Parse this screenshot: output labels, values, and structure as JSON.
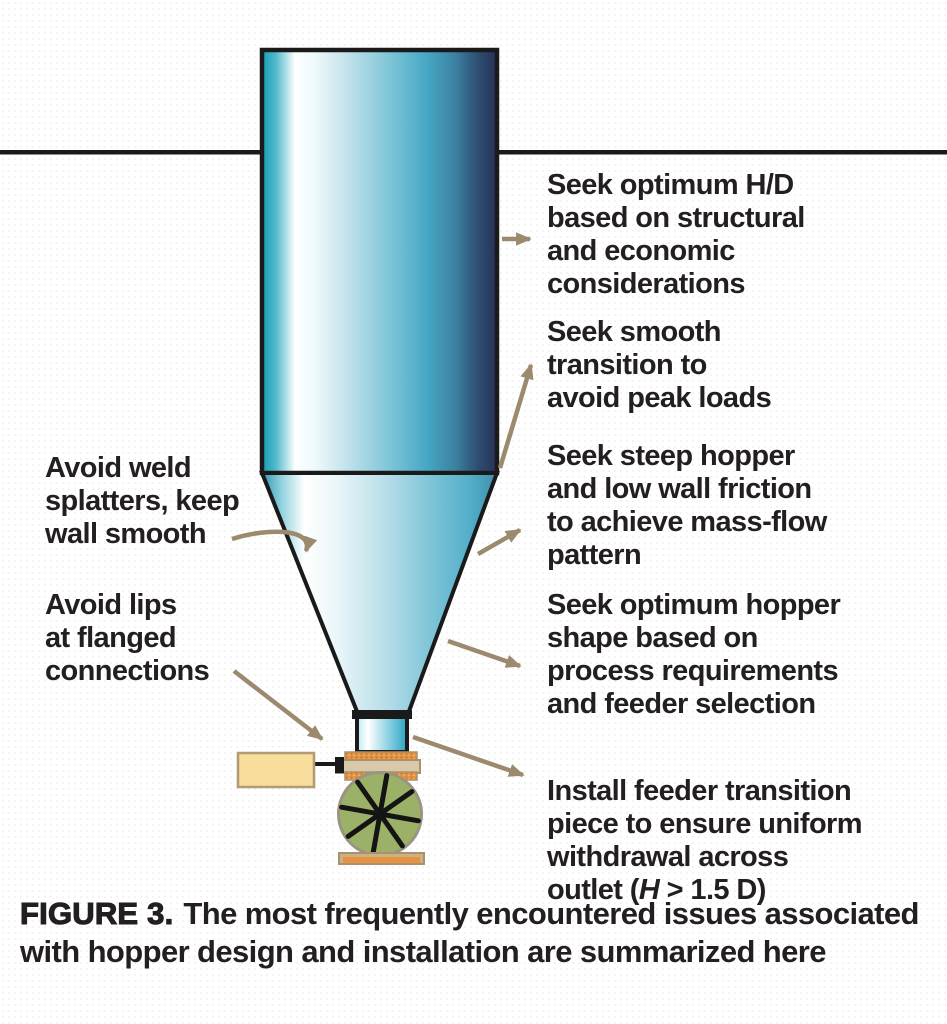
{
  "annotations": {
    "right": [
      {
        "id": "optimum-hd",
        "text": "Seek optimum H/D\nbased on structural\nand economic\nconsiderations"
      },
      {
        "id": "smooth-transition",
        "text": "Seek smooth\ntransition to\navoid peak loads"
      },
      {
        "id": "steep-hopper",
        "text": "Seek steep hopper\nand low wall friction\nto achieve mass-flow\npattern"
      },
      {
        "id": "hopper-shape",
        "text": "Seek optimum hopper\nshape based on\nprocess requirements\nand feeder selection"
      },
      {
        "id": "feeder-transition",
        "lines": "Install feeder transition\npiece to ensure uniform\nwithdrawal across",
        "outlet_prefix": "outlet (",
        "outlet_var": "H",
        "outlet_suffix": " > 1.5 D)"
      }
    ],
    "left": [
      {
        "id": "weld-splatters",
        "text": "Avoid weld\nsplatters, keep\nwall smooth"
      },
      {
        "id": "flanged-lips",
        "text": "Avoid lips\nat flanged\nconnections"
      }
    ]
  },
  "caption": {
    "label": "FIGURE 3.",
    "text": "The most frequently encountered issues associated with hopper design and installation are summarized here"
  },
  "colors": {
    "text": "#231F20",
    "outline": "#1A1A1A",
    "arrow": "#9C8A6E",
    "orange": "#E8913F",
    "flange-tan": "#D9C9A9",
    "base-tan": "#C9B386",
    "wheel-green": "#9CB168",
    "motor-yellow": "#F9DD9D",
    "teal-deep": "#129DB4",
    "cyan-mid": "#46A8C4",
    "navy": "#27315A"
  }
}
